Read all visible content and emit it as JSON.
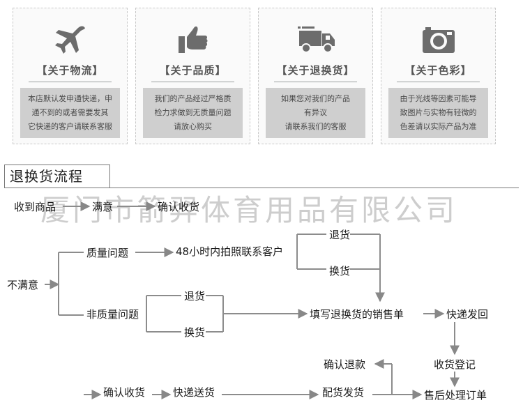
{
  "cards": [
    {
      "title": "【关于物流】",
      "icon": "airplane-icon",
      "lines": [
        "本店默认发申通快递，申",
        "通不到的或者需要发其",
        "它快递的客户请联系客服"
      ]
    },
    {
      "title": "【关于品质】",
      "icon": "thumbs-up-icon",
      "lines": [
        "我们的产品经过严格质",
        "检力求做到无质量问题",
        "请放心购买"
      ]
    },
    {
      "title": "【关于退换货】",
      "icon": "delivery-truck-icon",
      "lines": [
        "如果您对我们的产品",
        "有异议",
        "请联系我们的客服"
      ]
    },
    {
      "title": "【关于色彩】",
      "icon": "camera-icon",
      "lines": [
        "由于光线等因素可能导",
        "致图片与实物有轻微的",
        "色差请以实际产品为准"
      ]
    }
  ],
  "section_title": "退换货流程",
  "watermark": "厦门市箭羿体育用品有限公司",
  "flow": {
    "received": "收到商品",
    "satisfied": "满意",
    "confirm_receipt_top": "确认收货",
    "unsatisfied": "不满意",
    "quality_issue": "质量问题",
    "photo_contact": "48小时内拍照联系客户",
    "return_a": "退货",
    "exchange_a": "换货",
    "non_quality_issue": "非质量问题",
    "return_b": "退货",
    "exchange_b": "换货",
    "fill_form": "填写退换货的销售单",
    "express_back": "快递发回",
    "receipt_register": "收货登记",
    "confirm_refund": "确认退款",
    "after_sales_order": "售后处理订单",
    "confirm_receipt_bottom": "确认收货",
    "express_delivery": "快递送货",
    "distribute_ship": "配货发货"
  }
}
